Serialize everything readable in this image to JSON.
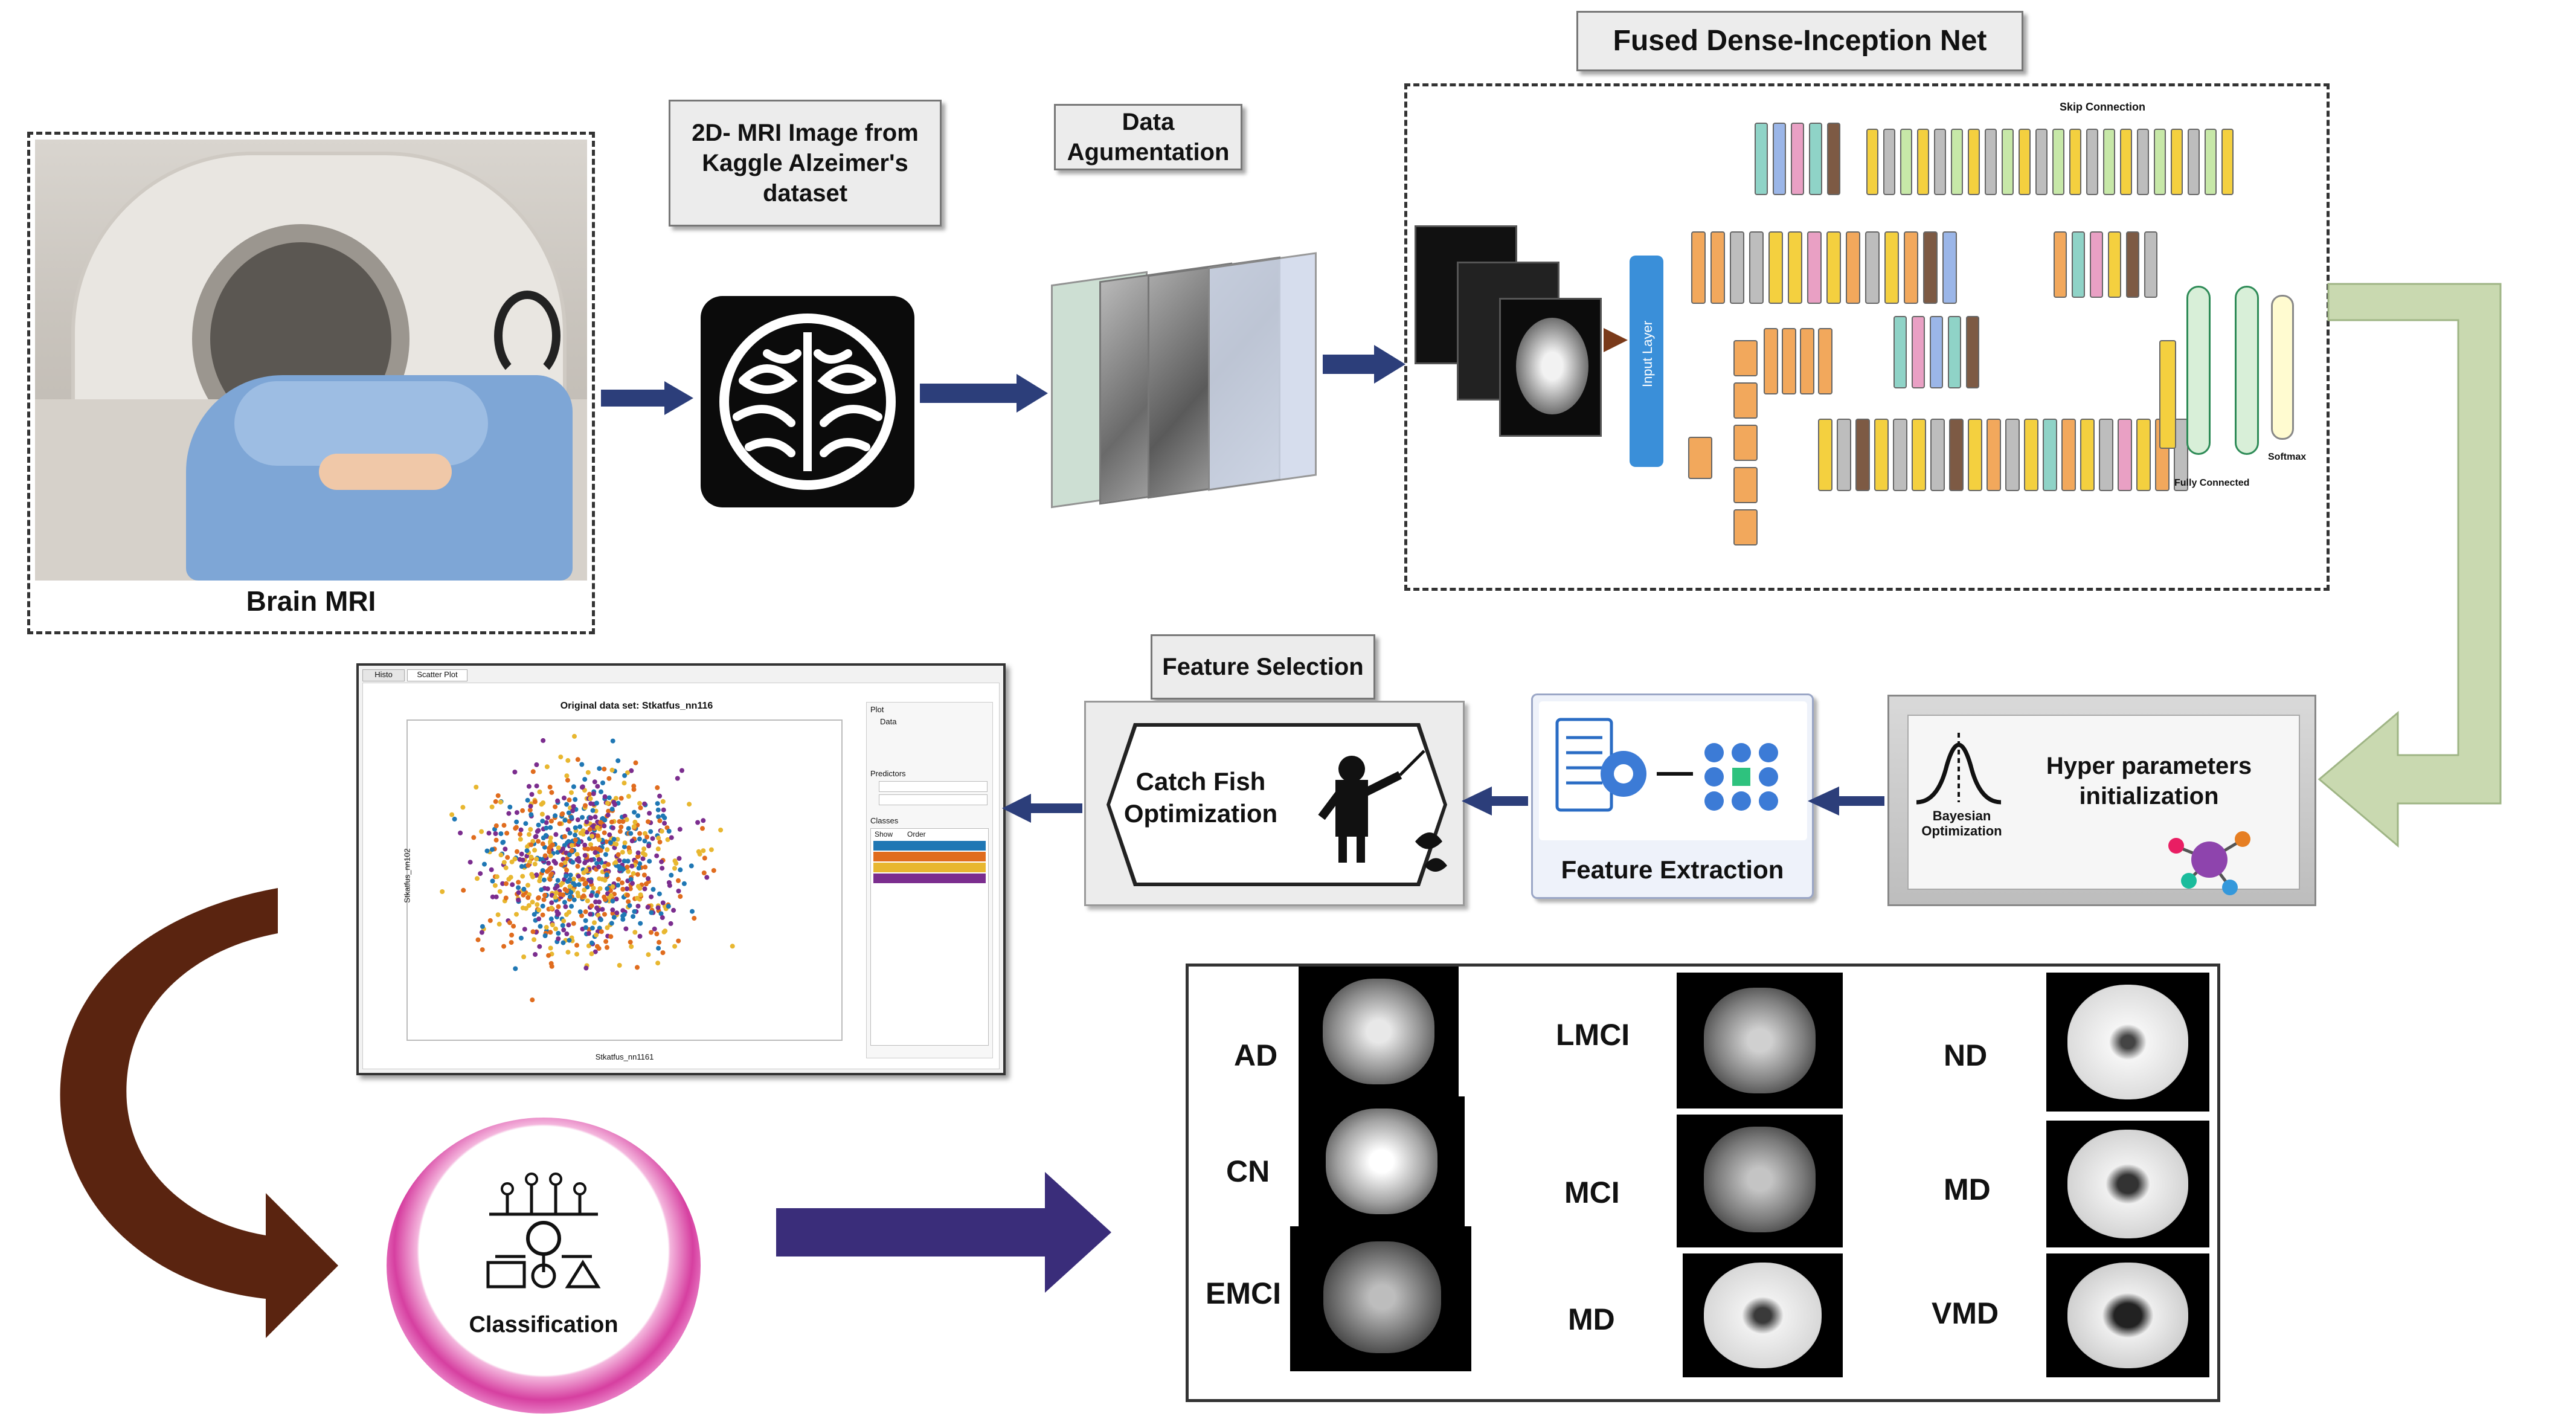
{
  "colors": {
    "arrow_blue": "#2c3e7a",
    "arrow_purple": "#3a2d7a",
    "arrow_green": "#c9d9b0",
    "arrow_brown": "#5a2410",
    "ring_pink": "#d63fa0",
    "box_grey": "#ececec"
  },
  "labels": {
    "brain_mri": "Brain MRI",
    "dataset": "2D- MRI Image from\nKaggle Alzeimer's\ndataset",
    "augmentation": "Data\nAgumentation",
    "net_title": "Fused Dense-Inception Net",
    "skip_connection": "Skip Connection",
    "input_layer": "Input Layer",
    "fully_connected": "Fully Connected",
    "softmax": "Softmax",
    "feature_selection": "Feature Selection",
    "catch_fish": "Catch Fish\nOptimization",
    "feature_extraction": "Feature Extraction",
    "hyper_params": "Hyper parameters\ninitialization",
    "bayesian": "Bayesian\nOptimization",
    "classification": "Classification"
  },
  "scatter_panel": {
    "tab1": "Histo",
    "tab2": "Scatter Plot",
    "plot_title": "Original data set: Stkatfus_nn116",
    "x_label": "Stkatfus_nn1161",
    "y_label": "Stkatfus_nn102",
    "side_plot": "Plot",
    "side_data": "Data",
    "side_predictors": "Predictors",
    "side_classes": "Classes",
    "side_show": "Show",
    "side_order": "Order"
  },
  "classes": [
    "AD",
    "CN",
    "EMCI",
    "LMCI",
    "MCI",
    "MD",
    "ND",
    "MD",
    "VMD"
  ]
}
